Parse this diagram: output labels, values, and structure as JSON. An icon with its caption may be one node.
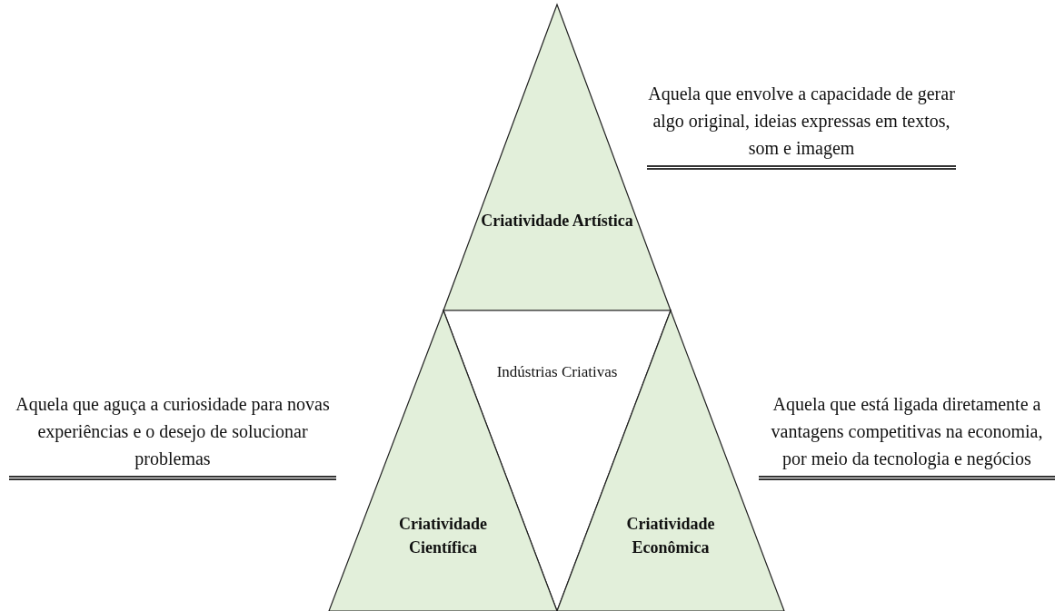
{
  "diagram": {
    "nodes": [
      {
        "text": [
          "Criatividade Artística"
        ],
        "beside": [
          "Aquela que envolve a capacidade de gerar algo original, ideias expressas em textos, som e imagem"
        ]
      },
      {
        "text": [
          "Indústrias Criativas"
        ]
      },
      {
        "text": [
          "Criatividade Científica"
        ],
        "beside": [
          "Aquela que aguça a curiosidade para novas experiências e o desejo de solucionar problemas"
        ]
      },
      {
        "text": [
          "Criatividade Econômica"
        ],
        "beside": [
          "Aquela que está ligada diretamente a vantagens competitivas na economia, por meio da tecnologia e negócios"
        ]
      }
    ]
  }
}
